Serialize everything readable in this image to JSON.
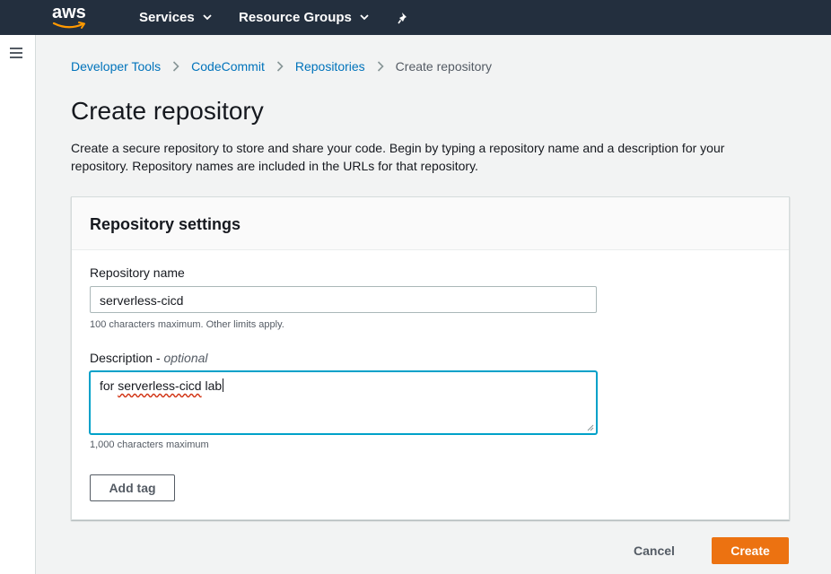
{
  "topnav": {
    "logo": "aws",
    "services_label": "Services",
    "resource_groups_label": "Resource Groups",
    "pin_icon": "pin-icon",
    "dropdown_icon": "chevron-down-icon"
  },
  "leftrail": {
    "menu_icon": "hamburger-menu-icon"
  },
  "breadcrumb": {
    "items": [
      "Developer Tools",
      "CodeCommit",
      "Repositories",
      "Create repository"
    ],
    "separator_icon": "chevron-right-icon"
  },
  "page": {
    "title": "Create repository",
    "description": "Create a secure repository to store and share your code. Begin by typing a repository name and a description for your repository. Repository names are included in the URLs for that repository."
  },
  "panel": {
    "title": "Repository settings",
    "name_label": "Repository name",
    "name_value": "serverless-cicd",
    "name_hint": "100 characters maximum. Other limits apply.",
    "description_label": "Description - ",
    "description_optional": "optional",
    "description_value_prefix": "for ",
    "description_value_misspelled": "serverless-cicd",
    "description_value_suffix": " lab",
    "description_hint": "1,000 characters maximum",
    "add_tag_label": "Add tag"
  },
  "actions": {
    "cancel_label": "Cancel",
    "create_label": "Create"
  },
  "colors": {
    "nav_bg": "#232f3e",
    "link": "#0073bb",
    "primary": "#ec7211",
    "focus": "#00a1c9",
    "logo_accent": "#ff9900"
  }
}
